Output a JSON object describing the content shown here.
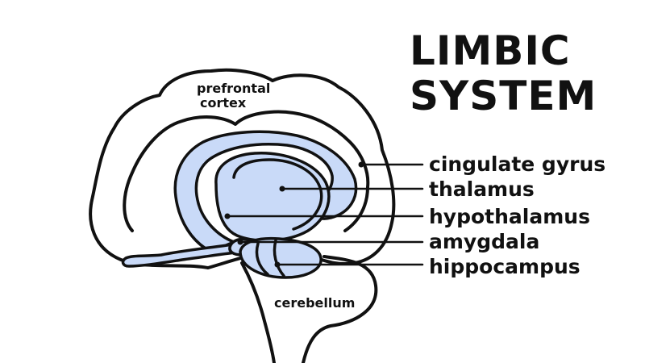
{
  "title": {
    "line1": "LIMBIC",
    "line2": "SYSTEM"
  },
  "brain_regions": {
    "prefrontal_line1": "prefrontal",
    "prefrontal_line2": "cortex",
    "cerebellum": "cerebellum"
  },
  "structures": [
    {
      "name": "cingulate gyrus"
    },
    {
      "name": "thalamus"
    },
    {
      "name": "hypothalamus"
    },
    {
      "name": "amygdala"
    },
    {
      "name": "hippocampus"
    }
  ],
  "colors": {
    "limbic_fill": "#c9daf8",
    "outline": "#111111",
    "background": "#ffffff"
  }
}
